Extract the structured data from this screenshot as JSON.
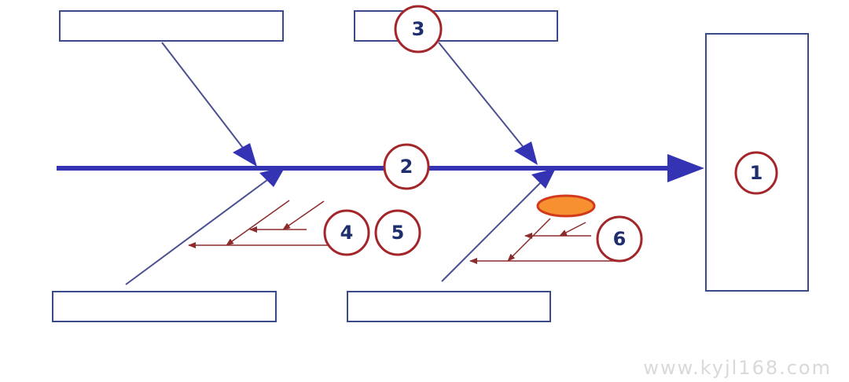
{
  "diagram": {
    "markers": [
      {
        "id": "1",
        "label": "1"
      },
      {
        "id": "2",
        "label": "2"
      },
      {
        "id": "3",
        "label": "3"
      },
      {
        "id": "4",
        "label": "4"
      },
      {
        "id": "5",
        "label": "5"
      },
      {
        "id": "6",
        "label": "6"
      }
    ]
  },
  "watermark": "www.kyjl168.com",
  "colors": {
    "spine": "#3333b3",
    "bone": "#4a4f8f",
    "small_arrow": "#8b2b2b",
    "marker_stroke": "#a3262b",
    "box_stroke": "#3b4a8a",
    "ellipse_fill": "#f79030",
    "ellipse_stroke": "#d23a1c"
  }
}
